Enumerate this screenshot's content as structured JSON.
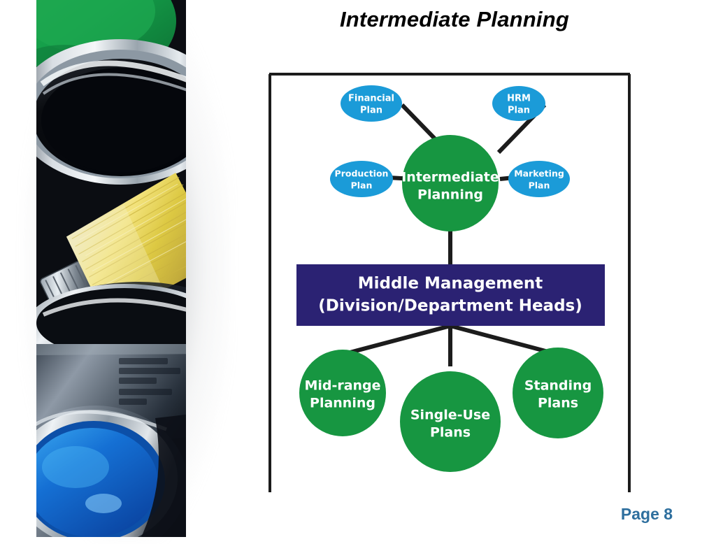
{
  "slide": {
    "title": "Intermediate Planning",
    "page_label": "Page 8",
    "background_color": "#ffffff",
    "title_color": "#000000",
    "page_label_color": "#2e6f9e"
  },
  "photo": {
    "name": "paint-cans-and-brush-photo",
    "description": "Open paint cans with green, black and blue paint and a yellow bristle paint brush"
  },
  "diagram": {
    "border_color": "#1c1c1c",
    "colors": {
      "green": "#179641",
      "blue": "#1b9bd8",
      "purple": "#2b2273",
      "connector": "#1c1c1c",
      "node_text": "#ffffff"
    },
    "center_node": {
      "label_line1": "Intermediate",
      "label_line2": "Planning",
      "shape": "circle",
      "color": "#179641"
    },
    "plan_nodes": [
      {
        "label_line1": "Financial",
        "label_line2": "Plan",
        "shape": "ellipse",
        "color": "#1b9bd8"
      },
      {
        "label_line1": "HRM",
        "label_line2": "Plan",
        "shape": "ellipse",
        "color": "#1b9bd8"
      },
      {
        "label_line1": "Production",
        "label_line2": "Plan",
        "shape": "ellipse",
        "color": "#1b9bd8"
      },
      {
        "label_line1": "Marketing",
        "label_line2": "Plan",
        "shape": "ellipse",
        "color": "#1b9bd8"
      }
    ],
    "management_bar": {
      "label_line1": "Middle Management",
      "label_line2": "(Division/Department Heads)",
      "color": "#2b2273"
    },
    "plan_type_nodes": [
      {
        "label_line1": "Mid-range",
        "label_line2": "Planning",
        "shape": "circle",
        "color": "#179641"
      },
      {
        "label_line1": "Single-Use",
        "label_line2": "Plans",
        "shape": "circle",
        "color": "#179641"
      },
      {
        "label_line1": "Standing",
        "label_line2": "Plans",
        "shape": "circle",
        "color": "#179641"
      }
    ]
  }
}
